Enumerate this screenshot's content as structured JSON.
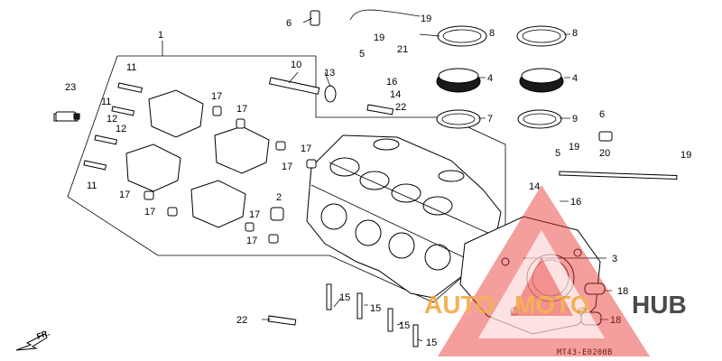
{
  "diagram": {
    "labels": {
      "l1": "1",
      "l2": "2",
      "l3": "3",
      "l4a": "4",
      "l4b": "4",
      "l5a": "5",
      "l5b": "5",
      "l6a": "6",
      "l6b": "6",
      "l7": "7",
      "l8a": "8",
      "l8b": "8",
      "l9": "9",
      "l10": "10",
      "l11a": "11",
      "l11b": "11",
      "l11c": "11",
      "l12a": "12",
      "l12b": "12",
      "l13": "13",
      "l14a": "14",
      "l14b": "14",
      "l15a": "15",
      "l15b": "15",
      "l15c": "15",
      "l15d": "15",
      "l16a": "16",
      "l16b": "16",
      "l17a": "17",
      "l17b": "17",
      "l17c": "17",
      "l17d": "17",
      "l17e": "17",
      "l17f": "17",
      "l17g": "17",
      "l17h": "17",
      "l18a": "18",
      "l18b": "18",
      "l19a": "19",
      "l19b": "19",
      "l19c": "19",
      "l19d": "19",
      "l20": "20",
      "l21": "21",
      "l22a": "22",
      "l22b": "22",
      "l23": "23"
    },
    "fr_label": "FR.",
    "diagram_code": "MT43-E0200B"
  },
  "watermark": {
    "text_auto": "AUTO",
    "text_moto": "MOTO",
    "text_hub": "HUB",
    "color_red": "#e8322d",
    "color_orange": "#f2a43a",
    "color_dark": "#2b2b2b"
  }
}
